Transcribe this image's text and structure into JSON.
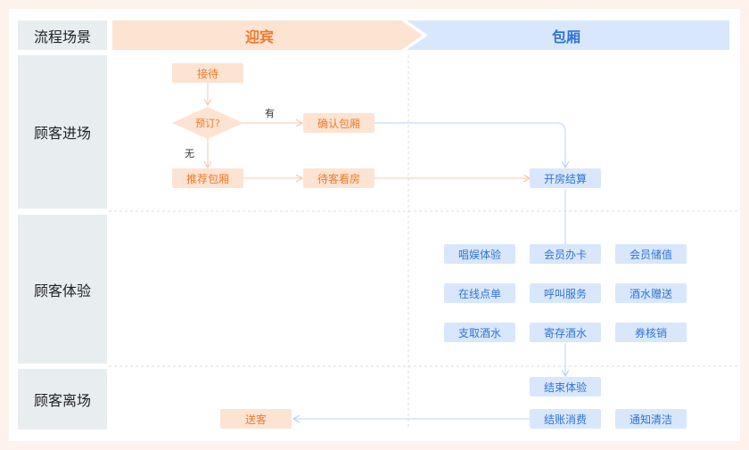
{
  "header": {
    "scene_label": "流程场景",
    "section_welcome": "迎宾",
    "section_room": "包厢"
  },
  "rows": {
    "enter": "顾客进场",
    "experience": "顾客体验",
    "leave": "顾客离场"
  },
  "nodes": {
    "reception": "接待",
    "booking": "预订?",
    "confirm_room": "确认包厢",
    "recommend_room": "推荐包厢",
    "guest_view": "待客看房",
    "open_settle": "开房结算",
    "sing": "唱娱体验",
    "member_card": "会员办卡",
    "member_deposit": "会员储值",
    "online_order": "在线点单",
    "call_service": "呼叫服务",
    "wine_gift": "酒水赠送",
    "wine_withdraw": "支取酒水",
    "wine_store": "寄存酒水",
    "coupon_verify": "券核销",
    "end_experience": "结束体验",
    "checkout": "结账消费",
    "notify_clean": "通知清洁",
    "see_off": "送客"
  },
  "edge_labels": {
    "yes": "有",
    "no": "无"
  },
  "colors": {
    "orange_fill": "#fde3d2",
    "orange_text": "#f07a2b",
    "blue_fill": "#d8e7fb",
    "blue_text": "#2f73d9",
    "orange_line": "#f8c9ab",
    "blue_line": "#b9d3f4"
  }
}
